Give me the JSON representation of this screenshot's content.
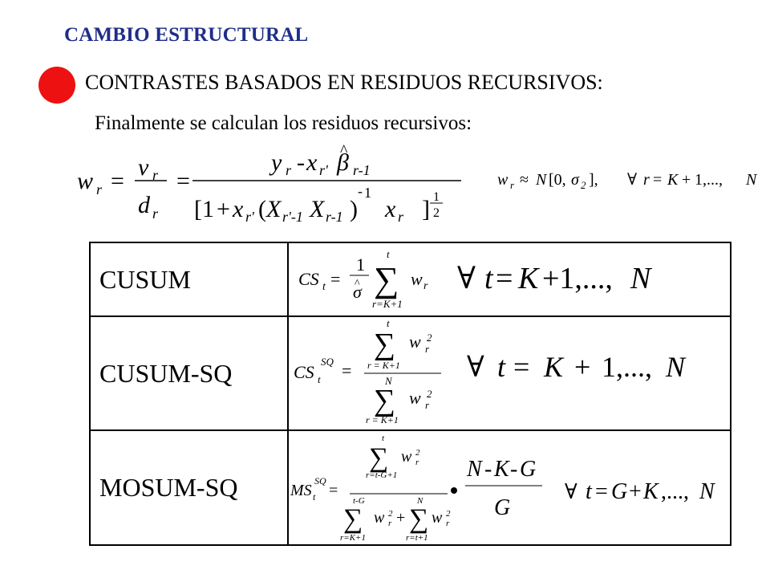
{
  "slide": {
    "title": "CAMBIO ESTRUCTURAL",
    "bullet": "CONTRASTES BASADOS EN RESIDUOS RECURSIVOS:",
    "intro": "Finalmente se calculan los residuos recursivos:",
    "title_color": "#1f2d8a",
    "bullet_color": "#ee1111"
  },
  "table": {
    "rows": [
      {
        "label": "CUSUM"
      },
      {
        "label": "CUSUM-SQ"
      },
      {
        "label": "MOSUM-SQ"
      }
    ]
  }
}
